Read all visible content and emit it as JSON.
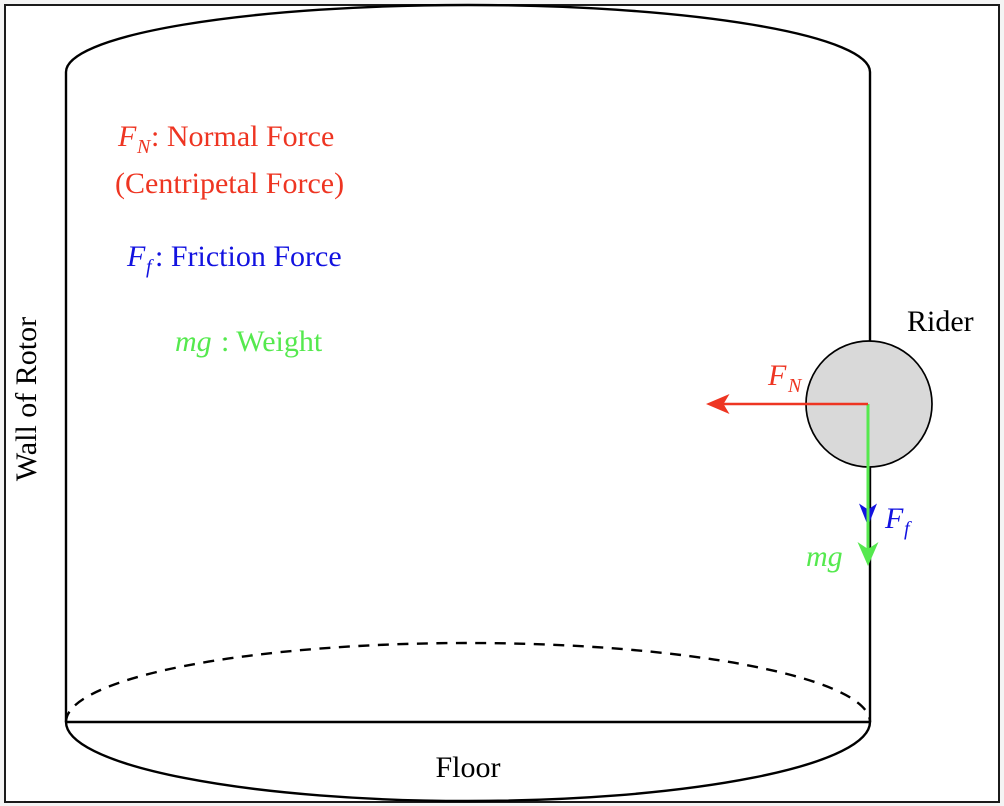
{
  "colors": {
    "normal_force": "#ee3522",
    "friction_force": "#1212e0",
    "weight_force": "#55e94e",
    "outline": "#000000",
    "rider_fill": "#d9d9d9",
    "canvas_border": "#1b1b1b",
    "page_margin": "#f4f4f4"
  },
  "legend": {
    "normal": {
      "symbol": "F",
      "subscript": "N",
      "label": ": Normal Force",
      "note": "(Centripetal Force)"
    },
    "friction": {
      "symbol": "F",
      "subscript": "f",
      "label": ": Friction Force"
    },
    "weight": {
      "symbol": "mg",
      "label": ": Weight"
    }
  },
  "diagram": {
    "rider_label": "Rider",
    "wall_label": "Wall of Rotor",
    "floor_label": "Floor",
    "arrows": {
      "normal": {
        "symbol": "F",
        "subscript": "N"
      },
      "friction": {
        "symbol": "F",
        "subscript": "f"
      },
      "weight": {
        "symbol": "mg"
      }
    }
  }
}
